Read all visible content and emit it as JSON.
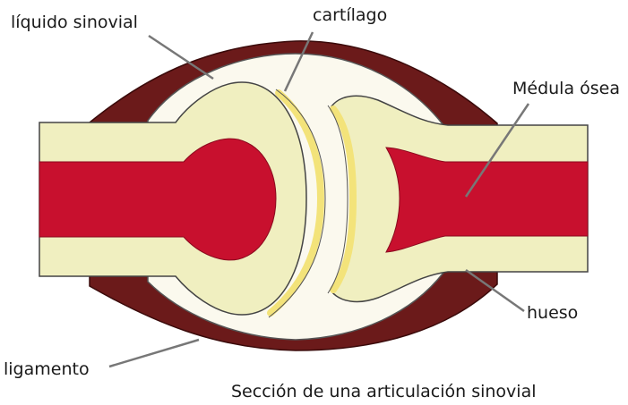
{
  "labels": {
    "synovial_fluid": "líquido sinovial",
    "cartilage": "cartílago",
    "bone_marrow": "Médula ósea",
    "bone": "hueso",
    "ligament": "ligamento"
  },
  "caption": "Sección de una articulación sinovial",
  "colors": {
    "bone": "#f0efc0",
    "bone_outline": "#444444",
    "marrow": "#c8102e",
    "cartilage": "#f3e37a",
    "ligament": "#6b1a1a",
    "synovial_fluid": "#fbf9ee",
    "leader_line": "#777777"
  }
}
